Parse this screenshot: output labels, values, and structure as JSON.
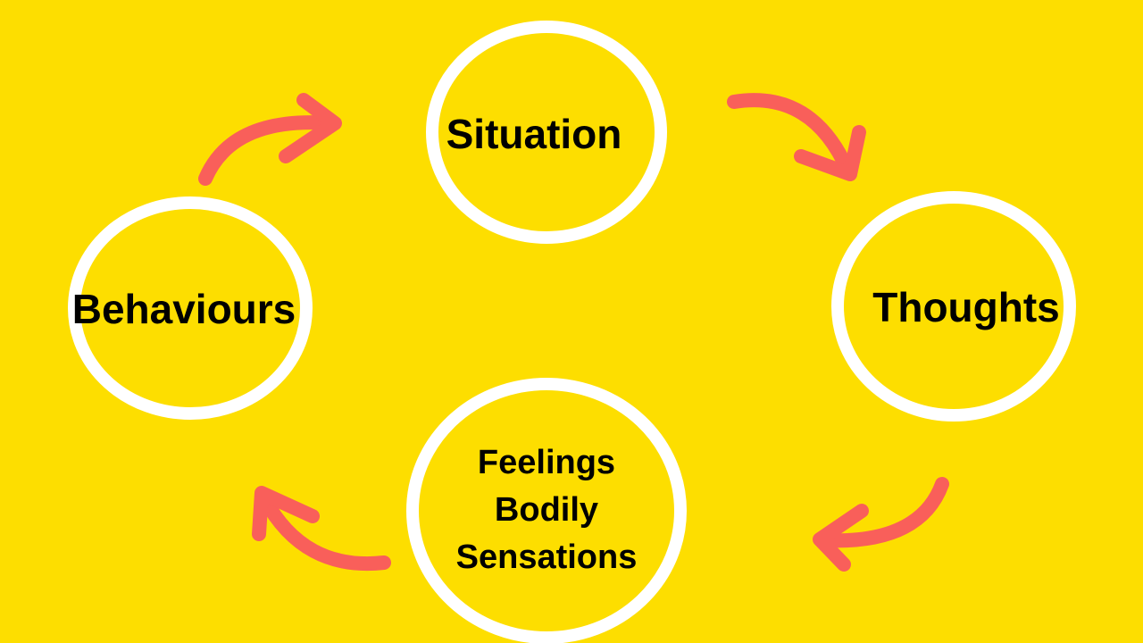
{
  "colors": {
    "background": "#FDDE00",
    "circle": "#FFFFFF",
    "arrow": "#F95F5A",
    "text": "#000000"
  },
  "nodes": {
    "situation": "Situation",
    "thoughts": "Thoughts",
    "feelings": [
      "Feelings",
      "Bodily",
      "Sensations"
    ],
    "behaviours": "Behaviours"
  }
}
